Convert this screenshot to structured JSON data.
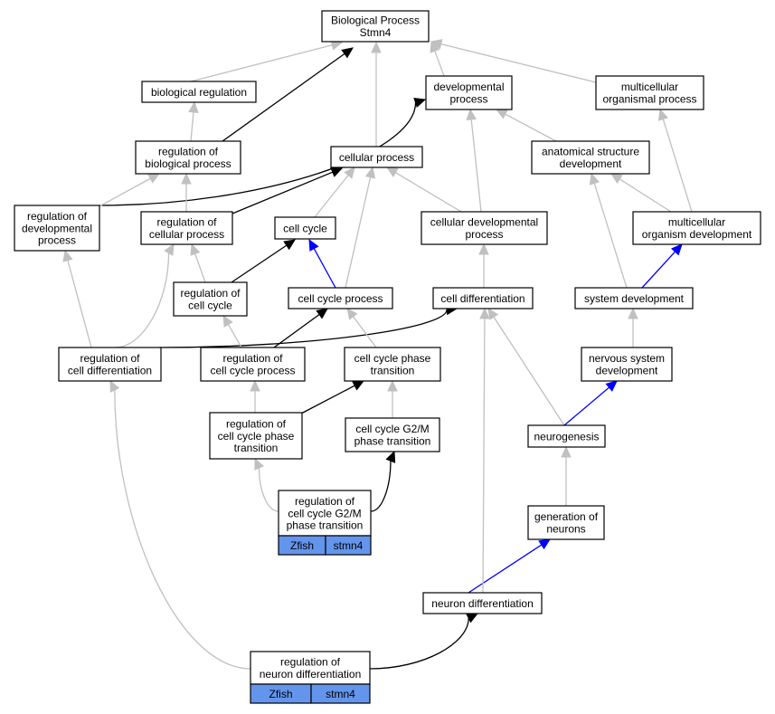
{
  "colors": {
    "is_a": "#c0c0c0",
    "regulates": "#000000",
    "part_of": "#0000ff",
    "annotation_fill": "#6495ed"
  },
  "nodes": {
    "bp": [
      "Biological Process",
      "Stmn4"
    ],
    "bioreg": [
      "biological regulation"
    ],
    "devproc": [
      "developmental",
      "process"
    ],
    "multiproc": [
      "multicellular",
      "organismal process"
    ],
    "regbio": [
      "regulation of",
      "biological process"
    ],
    "cellproc": [
      "cellular process"
    ],
    "anat": [
      "anatomical structure",
      "development"
    ],
    "regdev": [
      "regulation of",
      "developmental",
      "process"
    ],
    "regcell": [
      "regulation of",
      "cellular process"
    ],
    "cellcycle": [
      "cell cycle"
    ],
    "celldevproc": [
      "cellular developmental",
      "process"
    ],
    "multidev": [
      "multicellular",
      "organism development"
    ],
    "regcc": [
      "regulation of",
      "cell cycle"
    ],
    "ccproc": [
      "cell cycle process"
    ],
    "celldiff": [
      "cell differentiation"
    ],
    "sysdev": [
      "system development"
    ],
    "regcelldiff": [
      "regulation of",
      "cell differentiation"
    ],
    "regccproc": [
      "regulation of",
      "cell cycle process"
    ],
    "ccphase": [
      "cell cycle phase",
      "transition"
    ],
    "nsdev": [
      "nervous system",
      "development"
    ],
    "regccphase": [
      "regulation of",
      "cell cycle phase",
      "transition"
    ],
    "g2m": [
      "cell cycle G2/M",
      "phase transition"
    ],
    "neurogenesis": [
      "neurogenesis"
    ],
    "regg2m": [
      "regulation of",
      "cell cycle G2/M",
      "phase transition"
    ],
    "genneurons": [
      "generation of",
      "neurons"
    ],
    "neurondiff": [
      "neuron differentiation"
    ],
    "regneurondiff": [
      "regulation of",
      "neuron differentiation"
    ]
  },
  "annotations": {
    "regg2m": [
      "Zfish",
      "stmn4"
    ],
    "regneurondiff": [
      "Zfish",
      "stmn4"
    ]
  },
  "edges": [
    {
      "from": "bioreg",
      "to": "bp",
      "type": "is_a"
    },
    {
      "from": "devproc",
      "to": "bp",
      "type": "is_a"
    },
    {
      "from": "multiproc",
      "to": "bp",
      "type": "is_a"
    },
    {
      "from": "cellproc",
      "to": "bp",
      "type": "is_a"
    },
    {
      "from": "regbio",
      "to": "bp",
      "type": "regulates"
    },
    {
      "from": "regbio",
      "to": "bioreg",
      "type": "is_a"
    },
    {
      "from": "anat",
      "to": "devproc",
      "type": "is_a"
    },
    {
      "from": "celldevproc",
      "to": "devproc",
      "type": "is_a"
    },
    {
      "from": "regdev",
      "to": "devproc",
      "type": "regulates"
    },
    {
      "from": "regdev",
      "to": "regbio",
      "type": "is_a"
    },
    {
      "from": "regcell",
      "to": "regbio",
      "type": "is_a"
    },
    {
      "from": "regcell",
      "to": "cellproc",
      "type": "regulates"
    },
    {
      "from": "cellcycle",
      "to": "cellproc",
      "type": "is_a"
    },
    {
      "from": "ccproc",
      "to": "cellproc",
      "type": "is_a"
    },
    {
      "from": "celldevproc",
      "to": "cellproc",
      "type": "is_a"
    },
    {
      "from": "multidev",
      "to": "anat",
      "type": "is_a"
    },
    {
      "from": "sysdev",
      "to": "anat",
      "type": "is_a"
    },
    {
      "from": "multidev",
      "to": "multiproc",
      "type": "is_a"
    },
    {
      "from": "regcc",
      "to": "regcell",
      "type": "is_a"
    },
    {
      "from": "regcc",
      "to": "cellcycle",
      "type": "regulates"
    },
    {
      "from": "ccproc",
      "to": "cellcycle",
      "type": "part_of"
    },
    {
      "from": "celldiff",
      "to": "celldevproc",
      "type": "is_a"
    },
    {
      "from": "sysdev",
      "to": "multidev",
      "type": "part_of"
    },
    {
      "from": "regcelldiff",
      "to": "regdev",
      "type": "is_a"
    },
    {
      "from": "regcelldiff",
      "to": "regcell",
      "type": "is_a"
    },
    {
      "from": "regcelldiff",
      "to": "celldiff",
      "type": "regulates"
    },
    {
      "from": "regccproc",
      "to": "regcc",
      "type": "is_a"
    },
    {
      "from": "regccproc",
      "to": "ccproc",
      "type": "regulates"
    },
    {
      "from": "ccphase",
      "to": "ccproc",
      "type": "is_a"
    },
    {
      "from": "nsdev",
      "to": "sysdev",
      "type": "is_a"
    },
    {
      "from": "regccphase",
      "to": "regccproc",
      "type": "is_a"
    },
    {
      "from": "regccphase",
      "to": "ccphase",
      "type": "regulates"
    },
    {
      "from": "g2m",
      "to": "ccphase",
      "type": "is_a"
    },
    {
      "from": "neurogenesis",
      "to": "celldiff",
      "type": "is_a"
    },
    {
      "from": "neurogenesis",
      "to": "nsdev",
      "type": "part_of"
    },
    {
      "from": "regg2m",
      "to": "regccphase",
      "type": "is_a"
    },
    {
      "from": "regg2m",
      "to": "g2m",
      "type": "regulates"
    },
    {
      "from": "genneurons",
      "to": "neurogenesis",
      "type": "is_a"
    },
    {
      "from": "neurondiff",
      "to": "genneurons",
      "type": "part_of"
    },
    {
      "from": "neurondiff",
      "to": "celldiff",
      "type": "is_a"
    },
    {
      "from": "regneurondiff",
      "to": "regcelldiff",
      "type": "is_a"
    },
    {
      "from": "regneurondiff",
      "to": "neurondiff",
      "type": "regulates"
    }
  ]
}
